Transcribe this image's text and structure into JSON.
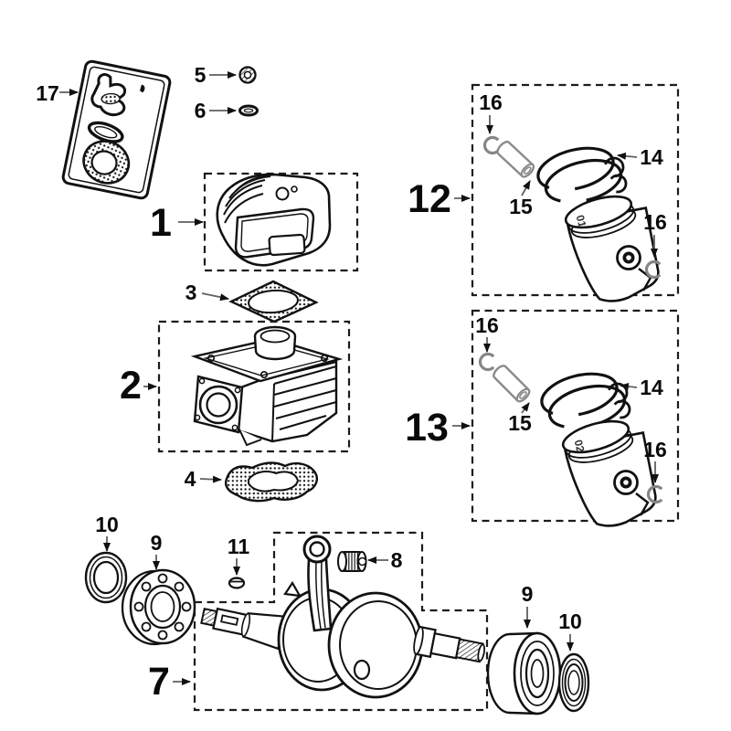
{
  "diagram": {
    "background_color": "#ffffff",
    "line_color": "#111111",
    "arrow_color": "#5f5f5f",
    "light_part_color": "#8a8a8a",
    "labels": {
      "n1": "1",
      "n2": "2",
      "n3": "3",
      "n4": "4",
      "n5": "5",
      "n6": "6",
      "n7": "7",
      "n8": "8",
      "n9": "9",
      "n10": "10",
      "n11": "11",
      "n12": "12",
      "n13": "13",
      "n14": "14",
      "n15": "15",
      "n16": "16",
      "n17": "17"
    },
    "piston_markings": {
      "box12": "01",
      "box13": "02"
    }
  }
}
